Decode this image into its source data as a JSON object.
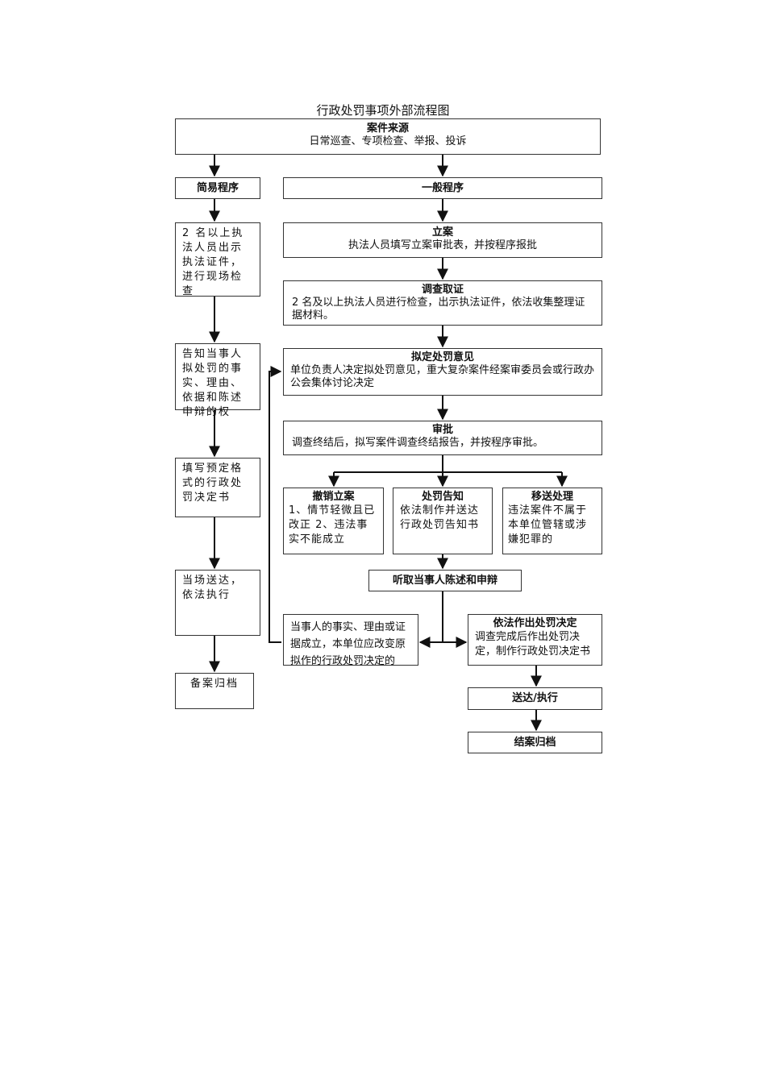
{
  "title": "行政处罚事项外部流程图",
  "nodes": {
    "source": {
      "head": "案件来源",
      "text": "日常巡查、专项检查、举报、投诉"
    },
    "simple": {
      "head": "简易程序"
    },
    "general": {
      "head": "一般程序"
    },
    "s1": {
      "text": "2 名以上执法人员出示执法证件，进行现场检查"
    },
    "s2": {
      "text": "告知当事人拟处罚的事实、理由、依据和陈述申辩的权"
    },
    "s3": {
      "text": "填写预定格式的行政处罚决定书"
    },
    "s4": {
      "text": "当场送达，依法执行"
    },
    "s5": {
      "text": "备案归档"
    },
    "filing": {
      "head": "立案",
      "text": "执法人员填写立案审批表，并按程序报批"
    },
    "investigate": {
      "head": "调查取证",
      "text": "2 名及以上执法人员进行检查，出示执法证件，依法收集整理证据材料。"
    },
    "opinion": {
      "head": "拟定处罚意见",
      "text": "单位负责人决定拟处罚意见，重大复杂案件经案审委员会或行政办公会集体讨论决定"
    },
    "approve": {
      "head": "审批",
      "text": "调查终结后，拟写案件调查终结报告，并按程序审批。"
    },
    "cancel": {
      "head": "撤销立案",
      "text": "1、情节轻微且已改正 2、违法事实不能成立"
    },
    "notice": {
      "head": "处罚告知",
      "text": "依法制作并送达行政处罚告知书"
    },
    "transfer": {
      "head": "移送处理",
      "text": "违法案件不属于本单位管辖或涉嫌犯罪的"
    },
    "hearing": {
      "head": "听取当事人陈述和申辩"
    },
    "change": {
      "text": "当事人的事实、理由或证据成立，本单位应改变原拟作的行政处罚决定的"
    },
    "decision": {
      "head": "依法作出处罚决定",
      "text": "调查完成后作出处罚决定，制作行政处罚决定书"
    },
    "deliver": {
      "head": "送达/执行"
    },
    "close": {
      "head": "结案归档"
    }
  }
}
